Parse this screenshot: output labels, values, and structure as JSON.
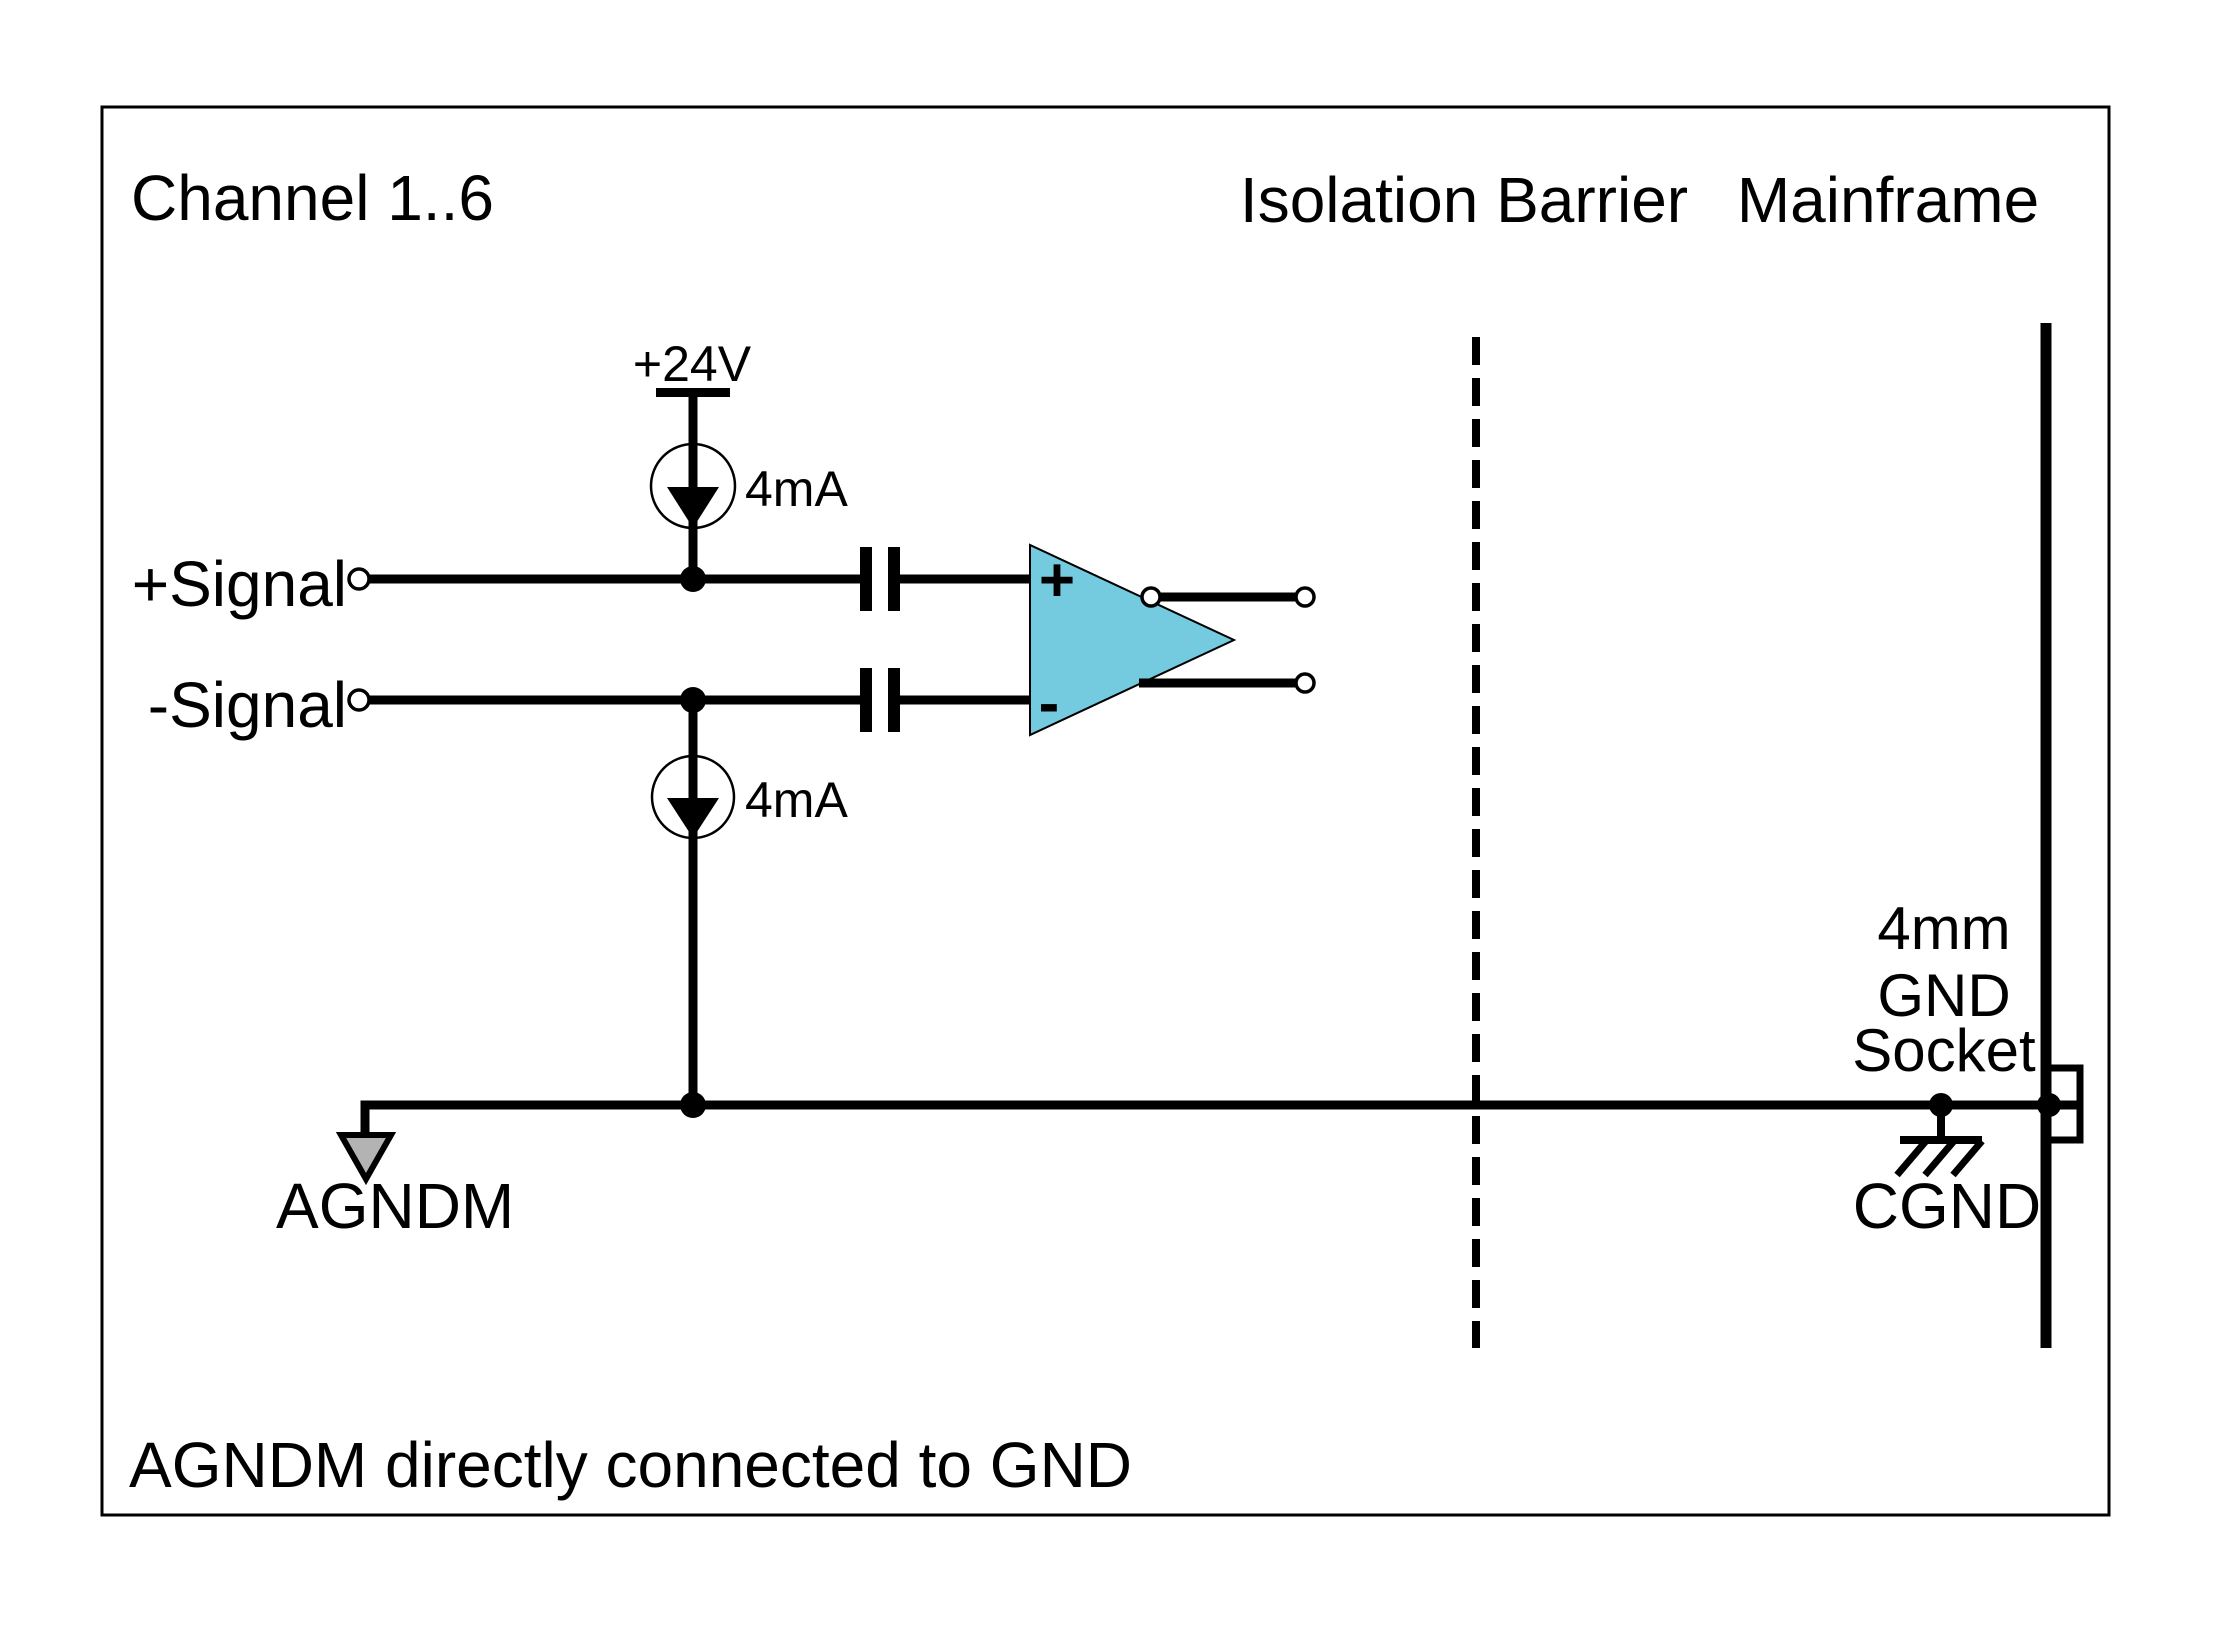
{
  "header": {
    "channel": "Channel 1..6",
    "isolation_barrier": "Isolation Barrier",
    "mainframe": "Mainframe"
  },
  "supply": {
    "voltage": "+24V",
    "current_top": "4mA",
    "current_bottom": "4mA"
  },
  "inputs": {
    "plus": "+Signal",
    "minus": "-Signal"
  },
  "opamp": {
    "plus": "+",
    "minus": "-"
  },
  "grounds": {
    "agndm": "AGNDM",
    "cgnd": "CGND",
    "socket": [
      "4mm",
      "GND",
      "Socket"
    ]
  },
  "note": "AGNDM directly connected to GND",
  "colors": {
    "opamp_fill": "#74CBE0",
    "ground_arrow_fill": "#B3B3B3",
    "line": "#000000",
    "background": "#FFFFFF"
  }
}
